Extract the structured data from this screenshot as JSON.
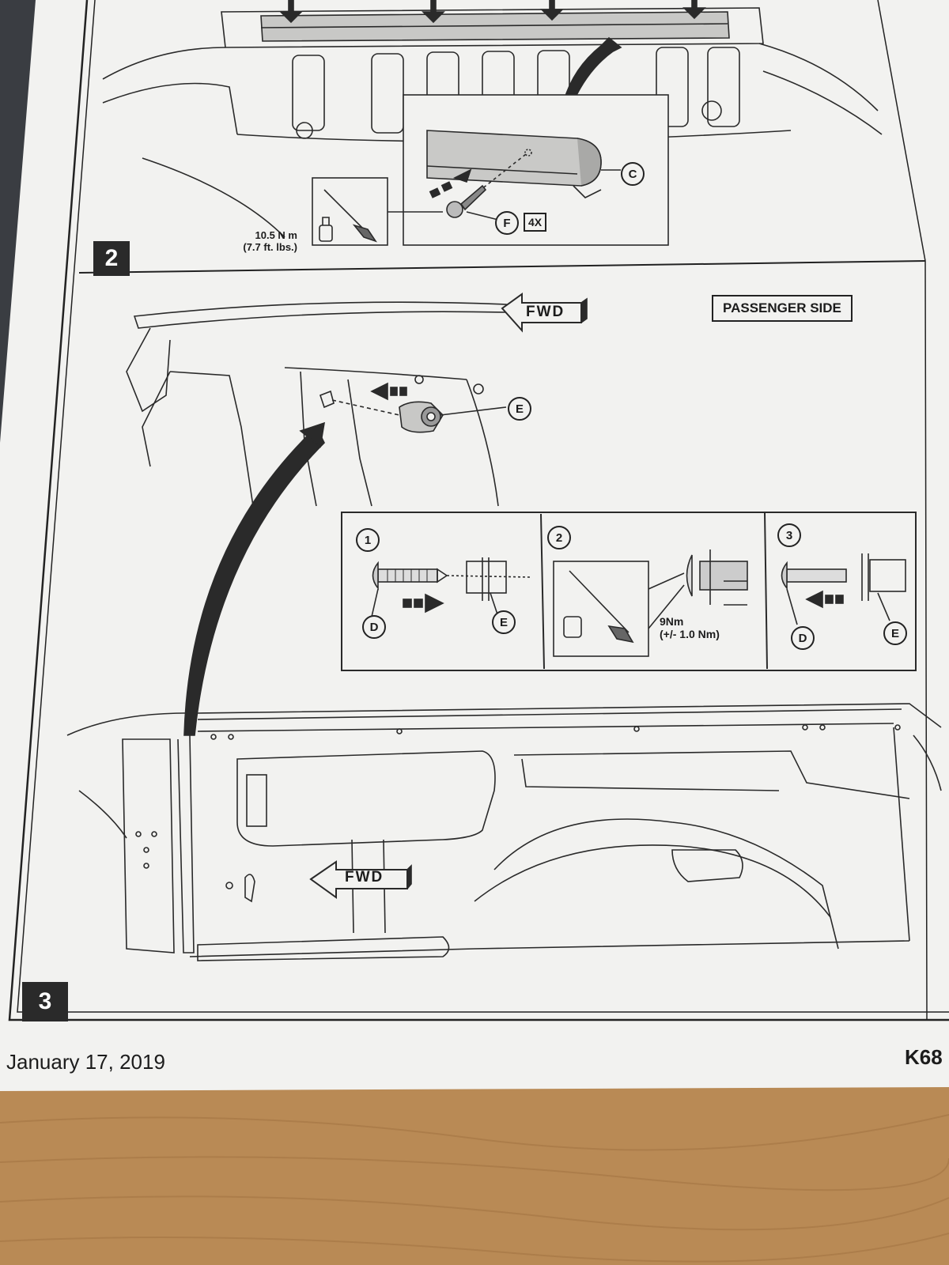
{
  "step2": {
    "number": "2",
    "torque_metric": "10.5 N m",
    "torque_imperial": "(7.7 ft. lbs.)",
    "callout_c": "C",
    "callout_f": "F",
    "quantity": "4X"
  },
  "step3": {
    "number": "3",
    "side_label": "PASSENGER SIDE",
    "fwd_upper": "FWD",
    "fwd_lower": "FWD",
    "callout_e": "E",
    "substeps": [
      {
        "number": "1",
        "callout_left": "D",
        "callout_right": "E"
      },
      {
        "number": "2",
        "torque": "9Nm",
        "tolerance": "(+/- 1.0 Nm)"
      },
      {
        "number": "3",
        "callout_left": "D",
        "callout_right": "E"
      }
    ]
  },
  "footer": {
    "date": "January 17, 2019",
    "doc_code": "K68"
  },
  "colors": {
    "paper": "#f2f2f0",
    "ink": "#222222",
    "table": "#b98a55"
  }
}
